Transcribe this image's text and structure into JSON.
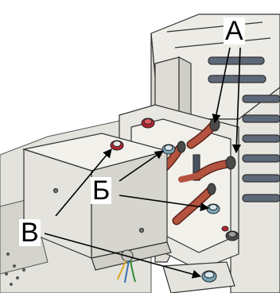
{
  "labels": {
    "a": "А",
    "b": "Б",
    "v": "В"
  },
  "colors": {
    "line": "#000000",
    "metal_light": "#ecebe6",
    "metal_mid": "#d9d8d2",
    "metal_dark": "#bdbcb5",
    "wire": "#b4533f",
    "screw_red": "#b32630",
    "screw_blue": "#7aa7b8"
  }
}
